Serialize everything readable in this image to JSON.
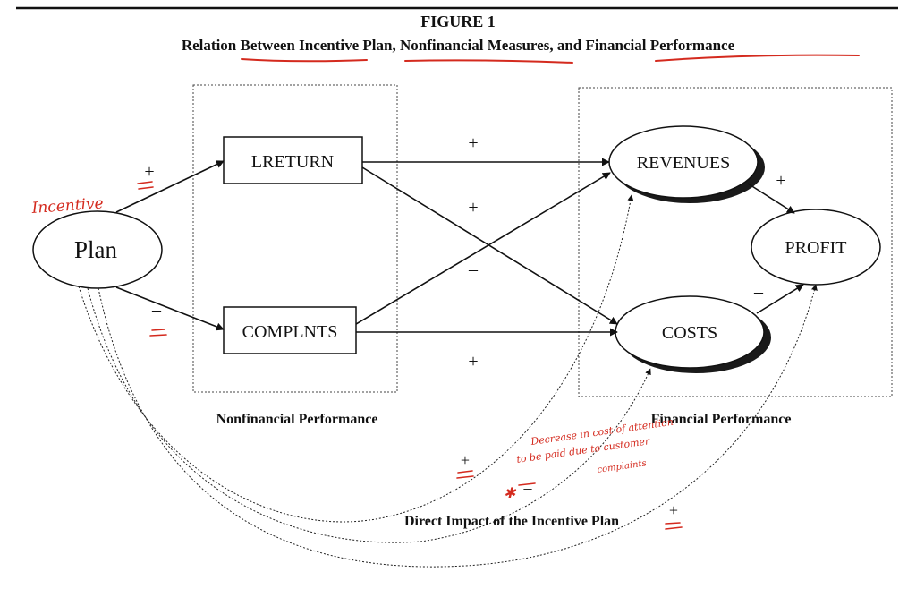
{
  "figure": {
    "number": "FIGURE 1",
    "title": {
      "prefix": "Relation Between ",
      "part1": "Incentive Plan",
      "sep1": ", ",
      "part2": "Nonfinancial Measures",
      "sep2": ", and ",
      "part3": "Financial Performance"
    }
  },
  "nodes": {
    "plan": "Plan",
    "lreturn": "LRETURN",
    "complnts": "COMPLNTS",
    "revenues": "REVENUES",
    "costs": "COSTS",
    "profit": "PROFIT"
  },
  "groups": {
    "nonfinancial": "Nonfinancial Performance",
    "financial": "Financial Performance",
    "direct": "Direct Impact of the Incentive Plan"
  },
  "signs": {
    "plan_lreturn": "+",
    "plan_complnts": "–",
    "lreturn_revenues": "+",
    "lreturn_costs": "+",
    "complnts_revenues": "–",
    "complnts_costs": "+",
    "revenues_profit": "+",
    "costs_profit": "–",
    "direct_revenues": "+",
    "direct_costs": "–",
    "direct_profit": "+"
  },
  "annotations": {
    "incentive": "Incentive",
    "note_line1": "Decrease in cost of attention",
    "note_line2": "to be paid due to customer",
    "note_line3": "complaints",
    "star": "✱",
    "ink_color": "#d42a1e"
  }
}
